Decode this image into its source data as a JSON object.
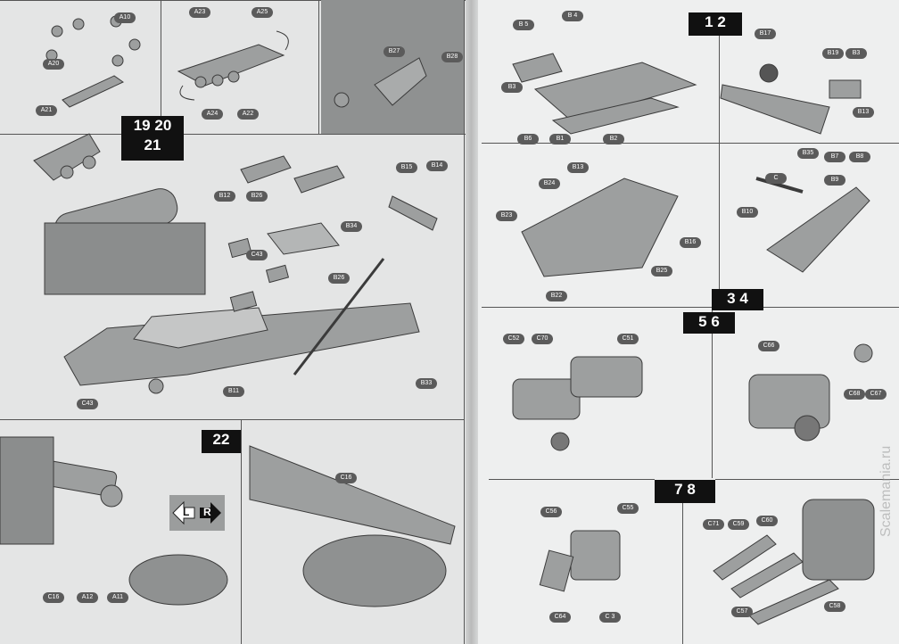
{
  "steps": {
    "s19": "19",
    "s20": "20",
    "s21": "21",
    "s22": "22",
    "s1": "1",
    "s2": "2",
    "s3": "3",
    "s4": "4",
    "s5": "5",
    "s6": "6",
    "s7": "7",
    "s8": "8"
  },
  "lr": {
    "l": "L",
    "r": "R"
  },
  "parts": {
    "a10": "A10",
    "a20": "A20",
    "a21": "A21",
    "a23": "A23",
    "a25": "A25",
    "a24": "A24",
    "a22": "A22",
    "b27": "B27",
    "b28": "B28",
    "b15": "B15",
    "b14": "B14",
    "b12": "B12",
    "b26a": "B26",
    "b26b": "B26",
    "c43a": "C43",
    "c43b": "C43",
    "b34": "B34",
    "b11": "B11",
    "b33": "B33",
    "c16a": "C16",
    "a12": "A12",
    "a11": "A11",
    "c16b": "C16",
    "b5": "B 5",
    "b4": "B 4",
    "b3": "B3",
    "b6": "B6",
    "b1": "B1",
    "b2": "B2",
    "b17": "B17",
    "b19": "B19",
    "b3r": "B3",
    "b13r": "B13",
    "b35": "B35",
    "b7": "B7",
    "b8": "B8",
    "b13": "B13",
    "b24": "B24",
    "b23": "B23",
    "b16": "B16",
    "b25": "B25",
    "b22": "B22",
    "b10": "B10",
    "c": "C",
    "b9": "B9",
    "c52": "C52",
    "c70": "C70",
    "c51": "C51",
    "c66": "C66",
    "c68": "C68",
    "c67": "C67",
    "c56": "C56",
    "c55": "C55",
    "c64": "C64",
    "c3": "C 3",
    "c71": "C71",
    "c59": "C59",
    "c60": "C60",
    "c57": "C57",
    "c58": "C58"
  },
  "watermark": "Scalemania.ru",
  "colors": {
    "step_box": "#111111",
    "part_tag": "#5b5b5b",
    "part_gray": "#9a9c9c",
    "line": "#555555"
  }
}
